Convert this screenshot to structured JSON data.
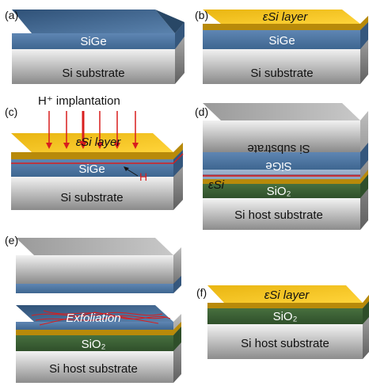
{
  "panels": {
    "a": {
      "label": "(a)",
      "sige": "SiGe",
      "substrate": "Si substrate"
    },
    "b": {
      "label": "(b)",
      "esi": "εSi layer",
      "sige": "SiGe",
      "substrate": "Si substrate"
    },
    "c": {
      "label": "(c)",
      "title": "H⁺ implantation",
      "esi": "εSi layer",
      "sige": "SiGe",
      "h_marker": "H",
      "substrate": "Si substrate"
    },
    "d": {
      "label": "(d)",
      "flipped_substrate": "Si substrate",
      "flipped_sige": "SiGe",
      "esi": "εSi",
      "sio2": "SiO₂",
      "host": "Si host substrate"
    },
    "e": {
      "label": "(e)",
      "exfoliation": "Exfoliation",
      "sio2": "SiO₂",
      "host": "Si host substrate"
    },
    "f": {
      "label": "(f)",
      "esi": "εSi layer",
      "sio2": "SiO₂",
      "host": "Si host substrate"
    }
  },
  "colors": {
    "esi": "#f2c21b",
    "sige": "#4a6f9a",
    "sio2": "#3b5e35",
    "si": "#8f8f8f",
    "implant": "#d81e1e"
  }
}
